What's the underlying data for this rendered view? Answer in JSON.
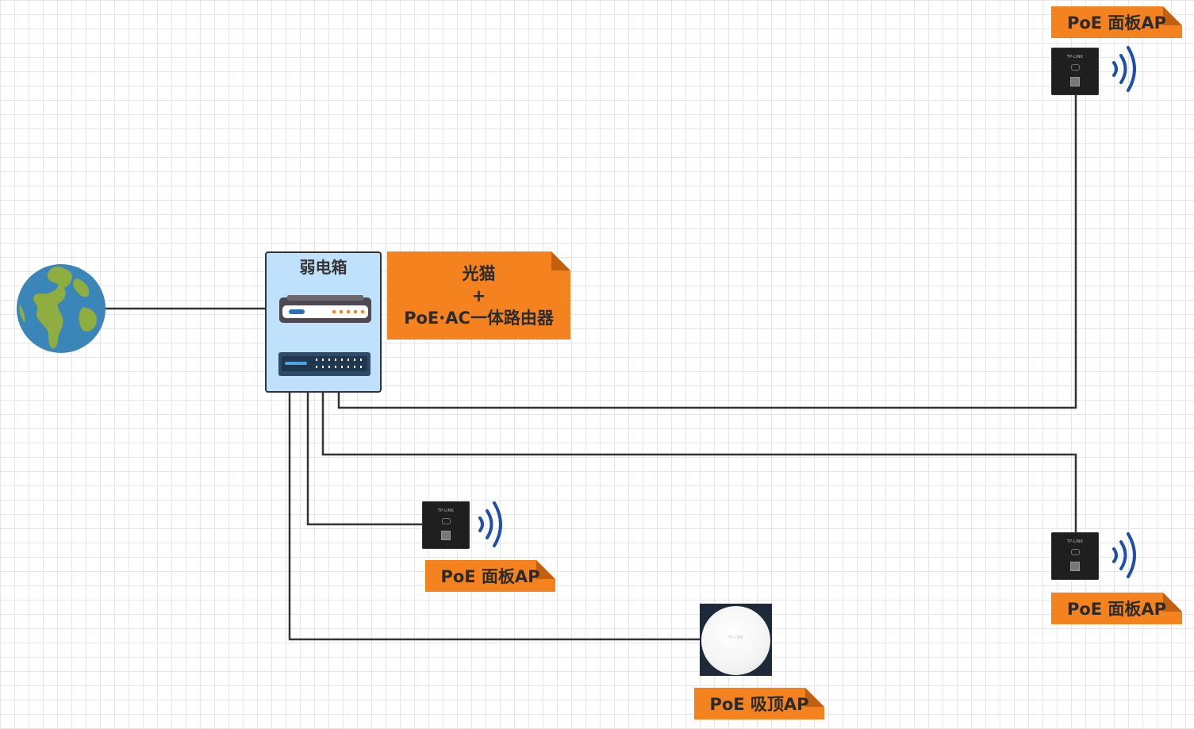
{
  "diagram": {
    "cabinet": {
      "title": "弱电箱"
    },
    "router_note": {
      "line1": "光猫",
      "line2": "+",
      "line3": "PoE·AC一体路由器"
    },
    "devices": {
      "panel_ap_top_right": {
        "label": "PoE 面板AP",
        "brand": "TP-LINK"
      },
      "panel_ap_middle": {
        "label": "PoE 面板AP",
        "brand": "TP-LINK"
      },
      "panel_ap_bottom_right": {
        "label": "PoE 面板AP",
        "brand": "TP-LINK"
      },
      "ceiling_ap": {
        "label": "PoE 吸顶AP",
        "brand": "TP-LINK"
      }
    },
    "colors": {
      "note_orange": "#f4821f",
      "cabinet_blue": "#bfe1fb",
      "wifi_blue": "#1f4fa8",
      "wire": "#333333"
    }
  }
}
